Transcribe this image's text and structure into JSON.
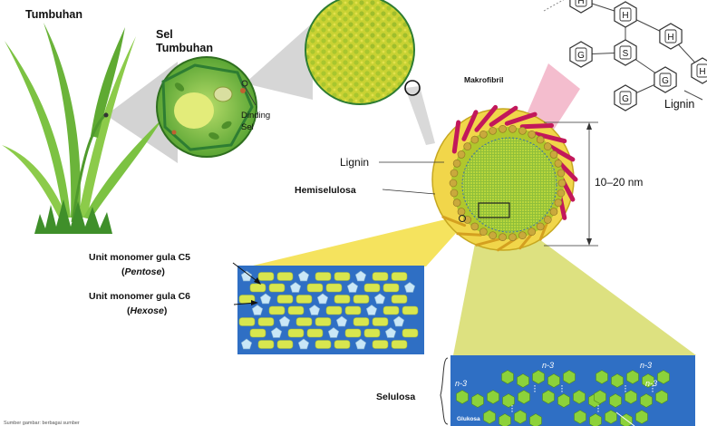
{
  "labels": {
    "tumbuhan": "Tumbuhan",
    "sel_line1": "Sel",
    "sel_line2": "Tumbuhan",
    "dinding_line1": "Dinding",
    "dinding_line2": "Sel",
    "makrofibril": "Makrofibril",
    "lignin_top": "Lignin",
    "lignin_mid": "Lignin",
    "hemiselulosa": "Hemiselulosa",
    "size": "10–20 nm",
    "c5_line1": "Unit monomer gula C5",
    "c5_open": "(",
    "c5_italic": "Pentose",
    "c5_close": ")",
    "c6_line1": "Unit monomer gula C6",
    "c6_open": "(",
    "c6_italic": "Hexose",
    "c6_close": ")",
    "selulosa": "Selulosa",
    "glukosa": "Glukosa",
    "n3": "n-3",
    "source": "Sumber gambar: berbagai sumber"
  },
  "lignin_units": [
    "H",
    "S",
    "G",
    "H",
    "G",
    "G",
    "H"
  ],
  "colors": {
    "plant": "#7cc242",
    "plant_dark": "#3f8f2a",
    "cell_green": "#6fbf44",
    "cell_light": "#b8dd6a",
    "zoom_yellow": "#f4e04d",
    "fibril_core": "#b0c72c",
    "lignin_magenta": "#c2185b",
    "panel_blue": "#2f6fc4",
    "hexose": "#d8e64e",
    "pentose": "#c9e7f7",
    "cellulose_green": "#8cd23a",
    "shadow_grey": "#c8c8c8",
    "pink": "#f3b6c9"
  }
}
